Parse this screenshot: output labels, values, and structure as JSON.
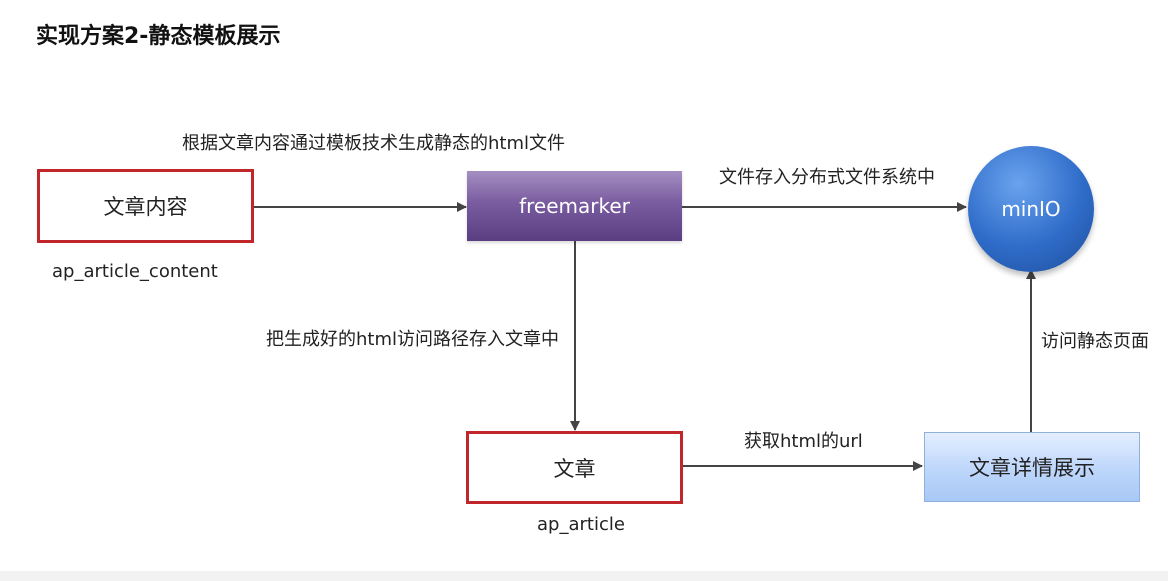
{
  "title": "实现方案2-静态模板展示",
  "nodes": {
    "content": {
      "label": "文章内容",
      "caption": "ap_article_content"
    },
    "freemarker": {
      "label": "freemarker"
    },
    "minio": {
      "label": "minIO"
    },
    "article": {
      "label": "文章",
      "caption": "ap_article"
    },
    "detail": {
      "label": "文章详情展示"
    }
  },
  "edges": {
    "content_to_freemarker": "根据文章内容通过模板技术生成静态的html文件",
    "freemarker_to_minio": "文件存入分布式文件系统中",
    "freemarker_to_article": "把生成好的html访问路径存入文章中",
    "article_to_detail": "获取html的url",
    "detail_to_minio": "访问静态页面"
  },
  "colors": {
    "box_border": "#c0262a",
    "arrow": "#444444"
  }
}
